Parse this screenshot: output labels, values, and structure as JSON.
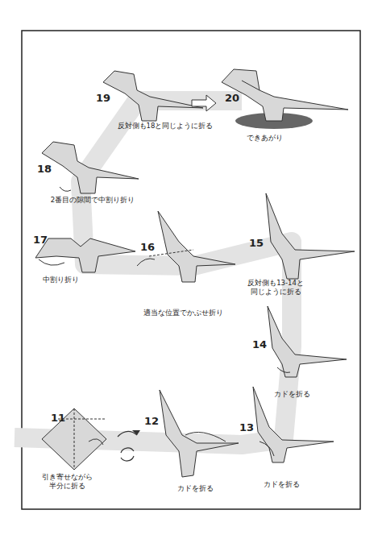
{
  "diagram": {
    "labels": [
      "19",
      "20",
      "反対側も18と同じように折る",
      "できあがり",
      "18",
      "2番目の隙間で中割り折り",
      "17",
      "中割り折り",
      "16",
      "15",
      "適当な位置でかぶせ折り",
      "反対側も13-14と 同じように折る",
      "14",
      "カドを折る",
      "11",
      "12",
      "13",
      "引き寄せながら 半分に折る",
      "カドを折る",
      "カドを折る"
    ]
  }
}
